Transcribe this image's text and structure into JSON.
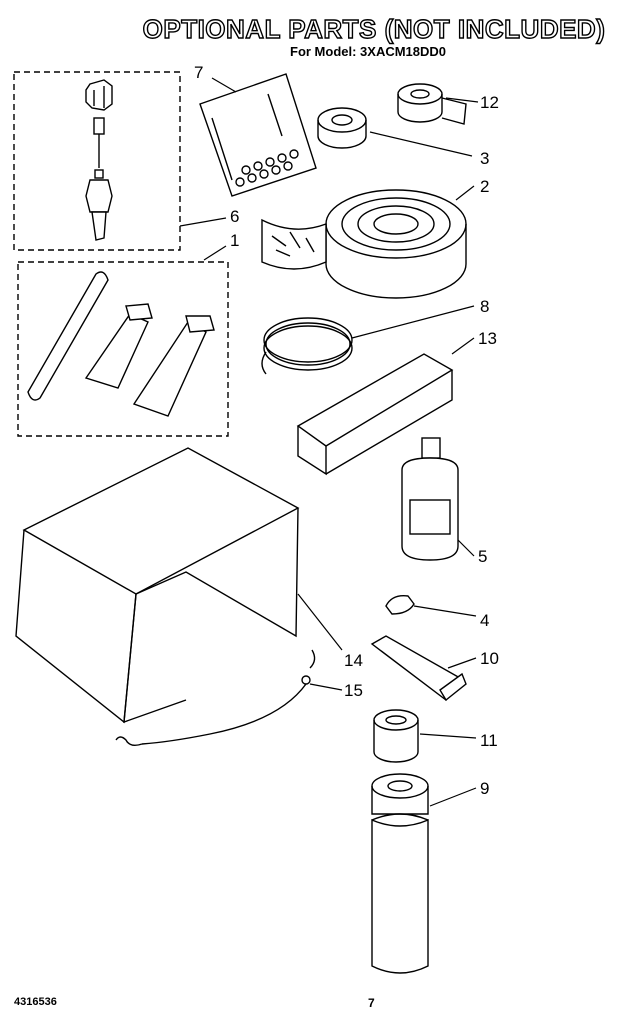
{
  "header": {
    "title": "OPTIONAL PARTS (NOT INCLUDED)",
    "model_line": "For Model: 3XACM18DD0"
  },
  "footer": {
    "doc_number": "4316536",
    "page_number": "7"
  },
  "callouts": [
    "7",
    "12",
    "3",
    "2",
    "6",
    "1",
    "8",
    "13",
    "5",
    "4",
    "10",
    "14",
    "15",
    "11",
    "9"
  ]
}
